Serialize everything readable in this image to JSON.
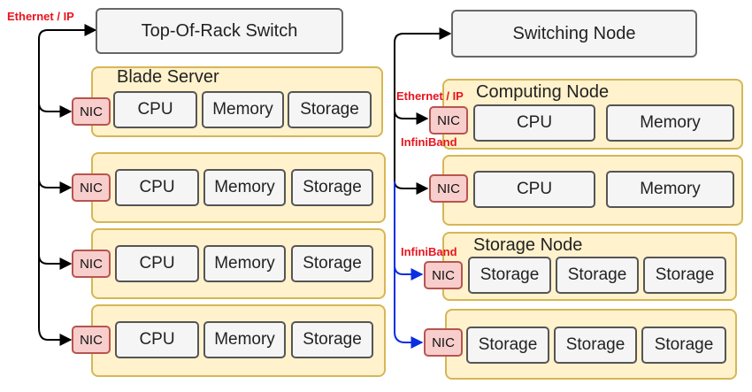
{
  "colors": {
    "ethernet": "#000000",
    "infiniband": "#0a2fe0",
    "label": "#e8141e",
    "panel_fill": "#fff2cc",
    "panel_border": "#d6b656",
    "nic_fill": "#f8cecc",
    "nic_border": "#b85450"
  },
  "left": {
    "network_label": "Ethernet / IP",
    "switch": "Top-Of-Rack Switch",
    "panel_title": "Blade Server",
    "servers": [
      {
        "nic": "NIC",
        "cpu": "CPU",
        "memory": "Memory",
        "storage": "Storage"
      },
      {
        "nic": "NIC",
        "cpu": "CPU",
        "memory": "Memory",
        "storage": "Storage"
      },
      {
        "nic": "NIC",
        "cpu": "CPU",
        "memory": "Memory",
        "storage": "Storage"
      },
      {
        "nic": "NIC",
        "cpu": "CPU",
        "memory": "Memory",
        "storage": "Storage"
      }
    ]
  },
  "right": {
    "switch": "Switching Node",
    "ethernet_label": "Ethernet / IP",
    "infiniband_label_1": "InfiniBand",
    "infiniband_label_2": "InfiniBand",
    "computing_title": "Computing Node",
    "computing": [
      {
        "nic": "NIC",
        "cpu": "CPU",
        "memory": "Memory"
      },
      {
        "nic": "NIC",
        "cpu": "CPU",
        "memory": "Memory"
      }
    ],
    "storage_title": "Storage Node",
    "storage": [
      {
        "nic": "NIC",
        "s1": "Storage",
        "s2": "Storage",
        "s3": "Storage"
      },
      {
        "nic": "NIC",
        "s1": "Storage",
        "s2": "Storage",
        "s3": "Storage"
      }
    ]
  }
}
